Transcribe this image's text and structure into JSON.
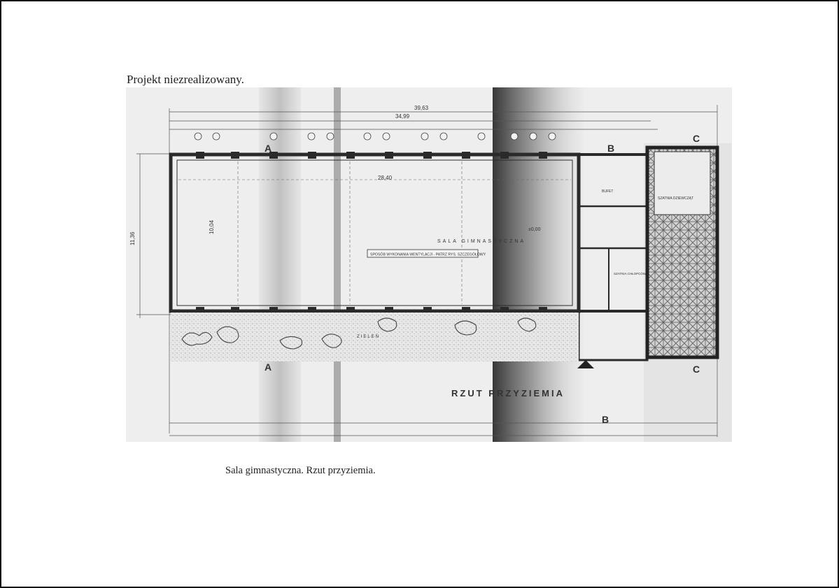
{
  "document": {
    "header_label": "Projekt niezrealizowany.",
    "caption": "Sala gimnastyczna. Rzut przyziemia."
  },
  "plan": {
    "title": "RZUT PRZYZIEMIA",
    "hall_label": "SALA GIMNASTYCZNA",
    "hall_note": "SPOSÓB WYKONANIA WENTYLACJI - PATRZ RYS. SZCZEGÓŁOWY",
    "green_label": "ZIELEŃ",
    "dim_total": "39,63",
    "dim_hall": "34,99",
    "dim_inner": "28,40",
    "dim_width": "10,04",
    "dim_side": "11,36",
    "level": "±0,00",
    "room_buffet": "BUFET",
    "room_dressing": "SZATNIA CHŁOPCÓW",
    "room_wc": "SZATNIA DZIEWCZĄT",
    "section_a": "A",
    "section_b": "B",
    "section_c": "C"
  }
}
